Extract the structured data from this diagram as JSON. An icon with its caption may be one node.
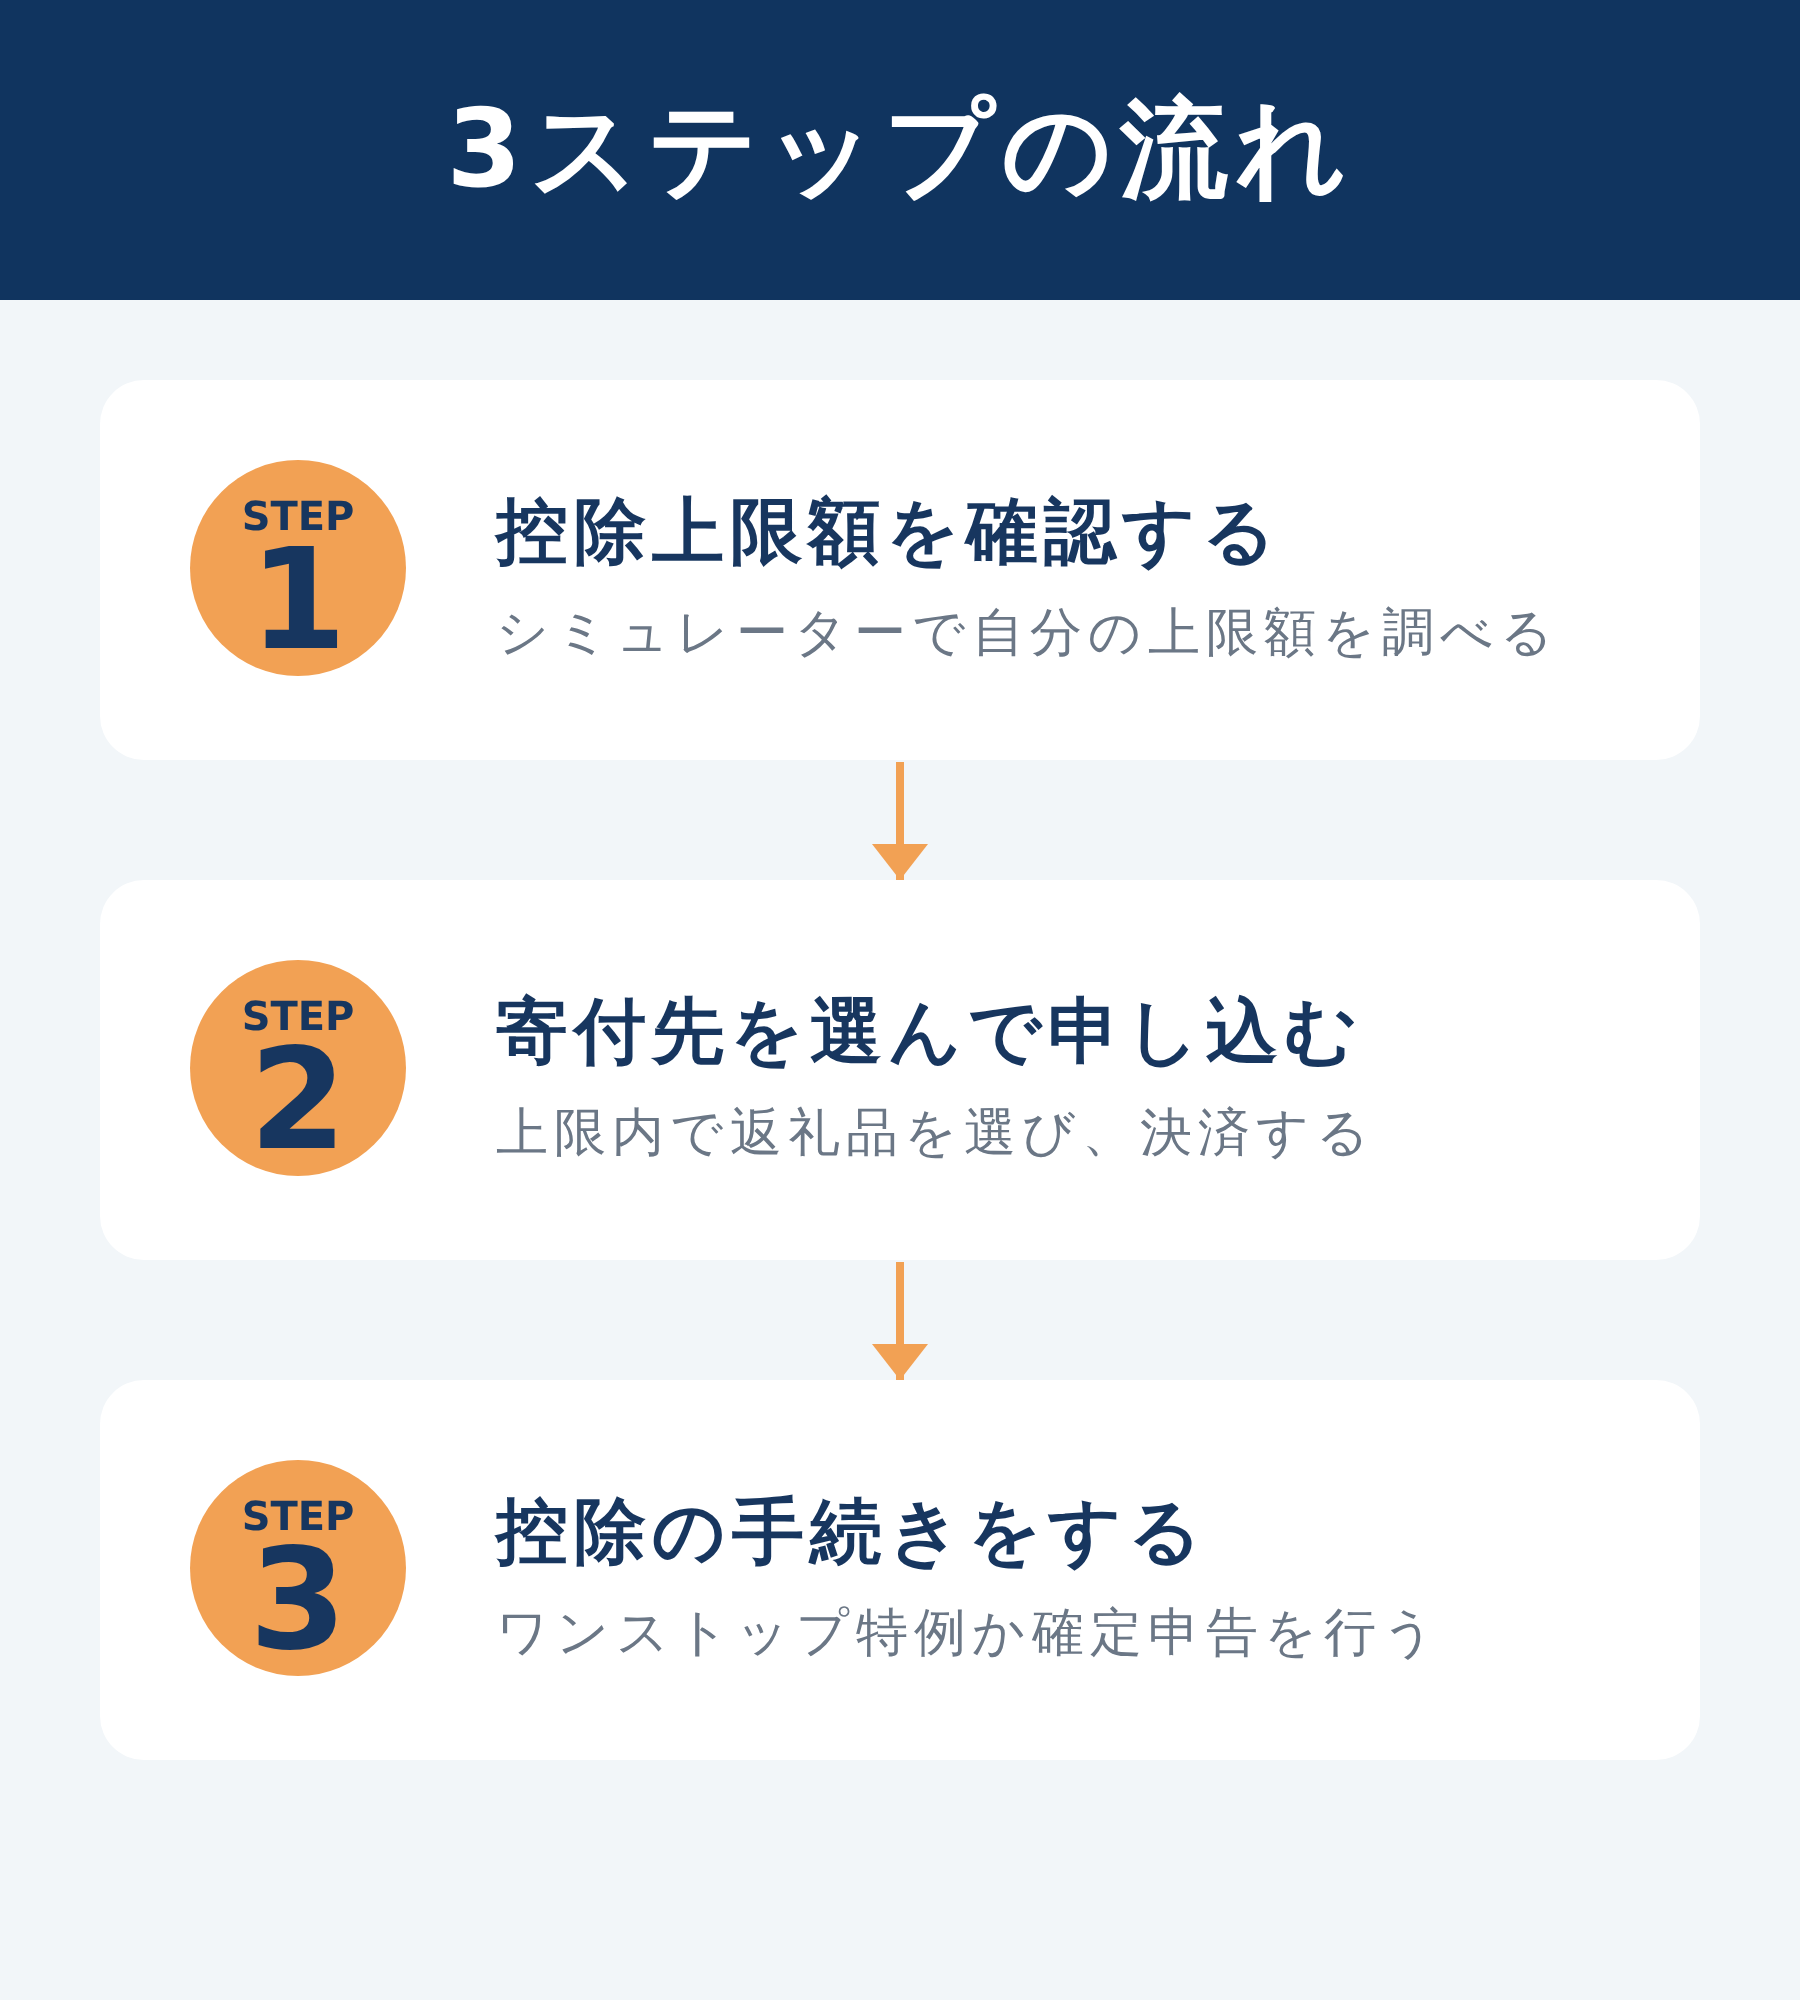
{
  "diagram": {
    "title": "3ステップの流れ",
    "nodes": [
      {
        "text": [
          "控除上限額を確認する",
          "シミュレーターで自分の上限額を調べる"
        ]
      },
      {
        "text": [
          "STEP",
          "1"
        ],
        "in": 0
      },
      {
        "text": [
          "寄付先を選んで申し込む",
          "上限内で返礼品を選び、決済する"
        ]
      },
      {
        "text": [
          "STEP",
          "2"
        ],
        "in": 2
      },
      {
        "text": [
          "控除の手続きをする",
          "ワンストップ特例か確定申告を行う"
        ]
      },
      {
        "text": [
          "STEP",
          "3"
        ],
        "in": 4
      }
    ],
    "edges": [
      {
        "from": 0,
        "to": 2,
        "arrow": "to"
      },
      {
        "from": 2,
        "to": 4,
        "arrow": "to"
      }
    ]
  }
}
